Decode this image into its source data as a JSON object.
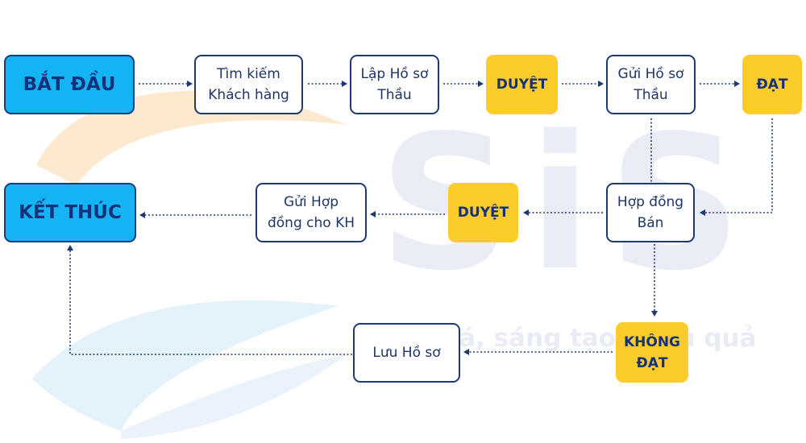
{
  "watermark": {
    "letters": "SiS",
    "tagline": "Đột phá, sáng tạo, hiệu quả",
    "colors": {
      "text": "#e8ebf4",
      "swoosh_orange": "#fde7c9",
      "swoosh_blue": "#e3f2fb"
    }
  },
  "colors": {
    "terminal_fill": "#14b4f4",
    "border_navy": "#1a3a7c",
    "decision_fill": "#fccd2a",
    "text_navy": "#16307a",
    "connector": "#1e3a72"
  },
  "nodes": {
    "start": "BẮT ĐẦU",
    "find_customer": "Tìm kiếm\nKhách hàng",
    "prepare_bid": "Lập Hồ sơ\nThầu",
    "approve_1": "DUYỆT",
    "submit_bid": "Gửi Hồ sơ\nThầu",
    "pass": "ĐẠT",
    "sales_contract": "Hợp đồng\nBán",
    "approve_2": "DUYỆT",
    "send_contract": "Gửi Hợp\nđồng cho KH",
    "end": "KẾT THÚC",
    "fail": "KHÔNG\nĐẠT",
    "store_file": "Lưu Hồ sơ"
  }
}
